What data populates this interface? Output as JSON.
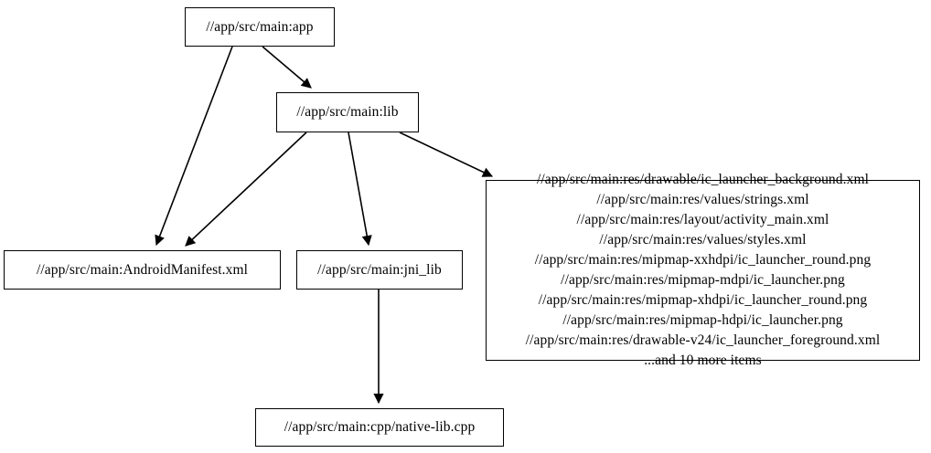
{
  "graph": {
    "type": "directed-dependency-graph",
    "background_color": "#ffffff",
    "node_border_color": "#000000",
    "edge_color": "#000000",
    "nodes": [
      {
        "id": "app",
        "label": "//app/src/main:app"
      },
      {
        "id": "lib",
        "label": "//app/src/main:lib"
      },
      {
        "id": "manifest",
        "label": "//app/src/main:AndroidManifest.xml"
      },
      {
        "id": "jni_lib",
        "label": "//app/src/main:jni_lib"
      },
      {
        "id": "cpp",
        "label": "//app/src/main:cpp/native-lib.cpp"
      },
      {
        "id": "resources",
        "lines": [
          "//app/src/main:res/drawable/ic_launcher_background.xml",
          "//app/src/main:res/values/strings.xml",
          "//app/src/main:res/layout/activity_main.xml",
          "//app/src/main:res/values/styles.xml",
          "//app/src/main:res/mipmap-xxhdpi/ic_launcher_round.png",
          "//app/src/main:res/mipmap-mdpi/ic_launcher.png",
          "//app/src/main:res/mipmap-xhdpi/ic_launcher_round.png",
          "//app/src/main:res/mipmap-hdpi/ic_launcher.png",
          "//app/src/main:res/drawable-v24/ic_launcher_foreground.xml",
          "...and 10 more items"
        ]
      }
    ],
    "edges": [
      {
        "from": "app",
        "to": "lib"
      },
      {
        "from": "app",
        "to": "manifest"
      },
      {
        "from": "lib",
        "to": "manifest"
      },
      {
        "from": "lib",
        "to": "jni_lib"
      },
      {
        "from": "lib",
        "to": "resources"
      },
      {
        "from": "jni_lib",
        "to": "cpp"
      }
    ]
  }
}
